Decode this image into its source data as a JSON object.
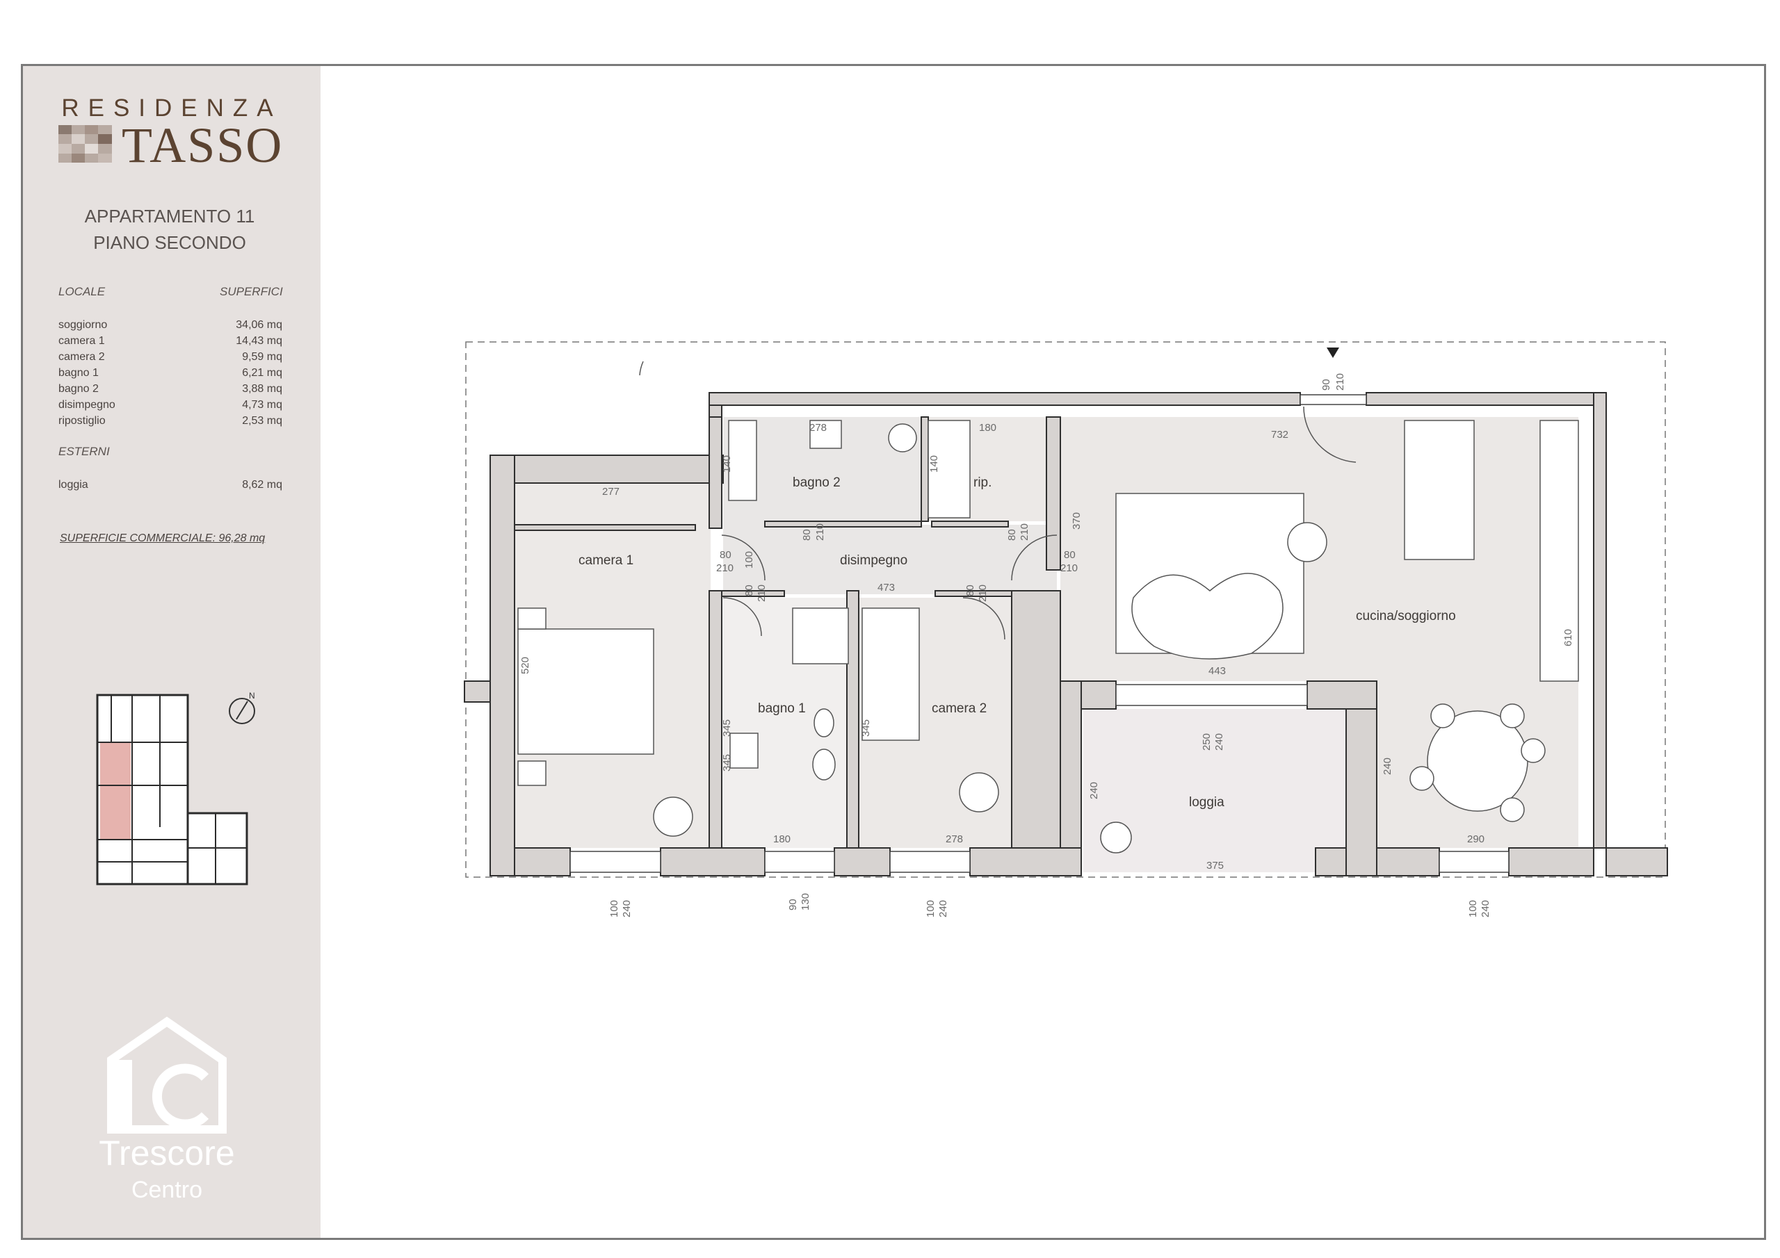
{
  "logo": {
    "line1": "RESIDENZA",
    "line2": "TASSO"
  },
  "apartment": {
    "title": "APPARTAMENTO 11",
    "floor": "PIANO SECONDO"
  },
  "table": {
    "col_room": "LOCALE",
    "col_area": "SUPERFICI",
    "rooms": [
      {
        "name": "soggiorno",
        "area": "34,06 mq"
      },
      {
        "name": "camera 1",
        "area": "14,43 mq"
      },
      {
        "name": "camera 2",
        "area": "9,59 mq"
      },
      {
        "name": "bagno 1",
        "area": "6,21 mq"
      },
      {
        "name": "bagno 2",
        "area": "3,88 mq"
      },
      {
        "name": "disimpegno",
        "area": "4,73 mq"
      },
      {
        "name": "ripostiglio",
        "area": "2,53 mq"
      }
    ],
    "external_header": "ESTERNI",
    "external": [
      {
        "name": "loggia",
        "area": "8,62 mq"
      }
    ],
    "commercial": "SUPERFICIE COMMERCIALE: 96,28 mq"
  },
  "brand": {
    "name": "Trescore",
    "sub": "Centro"
  },
  "compass": "N",
  "plan": {
    "rooms": {
      "camera1": "camera 1",
      "camera2": "camera 2",
      "bagno1": "bagno 1",
      "bagno2": "bagno 2",
      "rip": "rip.",
      "disimpegno": "disimpegno",
      "cucina": "cucina/soggiorno",
      "loggia": "loggia"
    },
    "dims": {
      "d277": "277",
      "d278a": "278",
      "d180a": "180",
      "d140a": "140",
      "d140b": "140",
      "d732": "732",
      "d90_210_top": "90",
      "d210_top": "210",
      "d80a": "80",
      "d210a": "210",
      "d100a": "100",
      "d80b": "80",
      "d210b": "210",
      "d80c": "80",
      "d210c": "210",
      "d80d": "80",
      "d210d": "210",
      "d80e": "80",
      "d210e": "210",
      "d80f": "80",
      "d210f": "210",
      "d473": "473",
      "d370": "370",
      "d520": "520",
      "d345a": "345",
      "d345b": "345",
      "d345c": "345",
      "d443": "443",
      "d250": "250",
      "d240l": "240",
      "d240a": "240",
      "d240b": "240",
      "d610": "610",
      "d180b": "180",
      "d278b": "278",
      "d375": "375",
      "d290": "290",
      "w1a": "100",
      "w1b": "240",
      "w2a": "90",
      "w2b": "130",
      "w3a": "100",
      "w3b": "240",
      "w4a": "100",
      "w4b": "240"
    }
  }
}
